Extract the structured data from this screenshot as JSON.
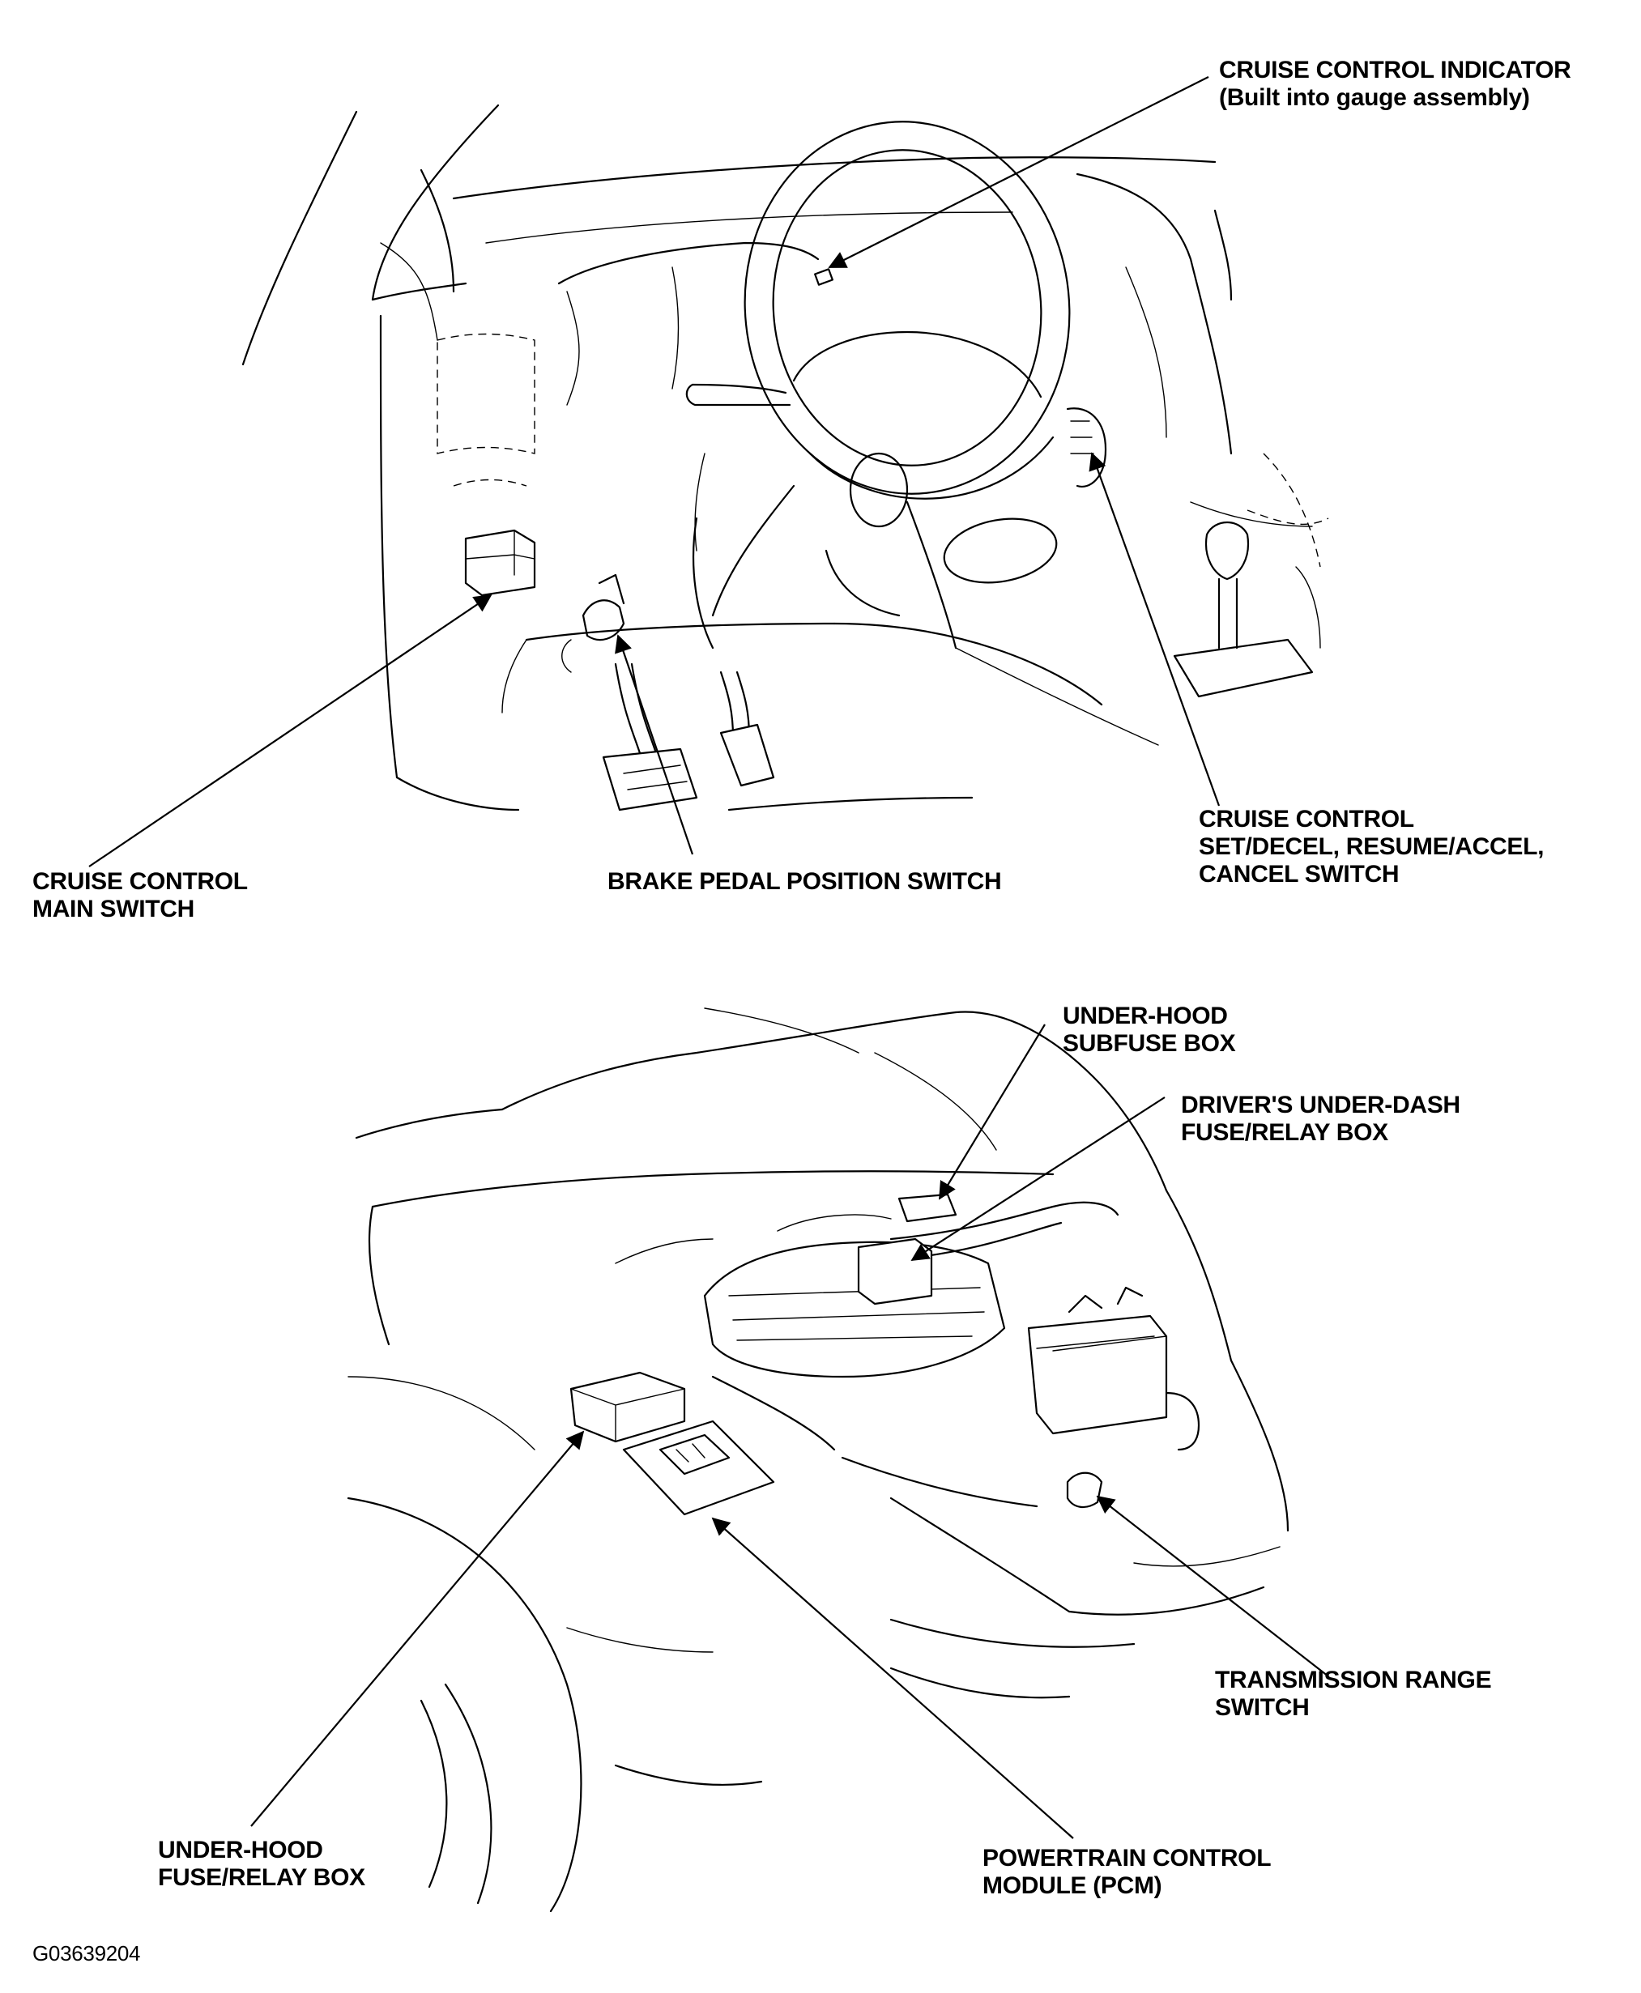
{
  "top_view": {
    "callouts": {
      "indicator": {
        "line1": "CRUISE CONTROL INDICATOR",
        "line2": "(Built into gauge assembly)"
      },
      "set_switch": {
        "line1": "CRUISE CONTROL",
        "line2": "SET/DECEL, RESUME/ACCEL,",
        "line3": "CANCEL SWITCH"
      },
      "main_switch": {
        "line1": "CRUISE CONTROL",
        "line2": "MAIN SWITCH"
      },
      "brake_switch": {
        "line1": "BRAKE PEDAL POSITION SWITCH"
      }
    }
  },
  "bottom_view": {
    "callouts": {
      "subfuse_box": {
        "line1": "UNDER-HOOD",
        "line2": "SUBFUSE BOX"
      },
      "underdash_box": {
        "line1": "DRIVER'S UNDER-DASH",
        "line2": "FUSE/RELAY BOX"
      },
      "trans_range": {
        "line1": "TRANSMISSION RANGE",
        "line2": "SWITCH"
      },
      "hood_fuse_box": {
        "line1": "UNDER-HOOD",
        "line2": "FUSE/RELAY BOX"
      },
      "pcm": {
        "line1": "POWERTRAIN CONTROL",
        "line2": "MODULE (PCM)"
      }
    }
  },
  "figure_code": "G03639204"
}
